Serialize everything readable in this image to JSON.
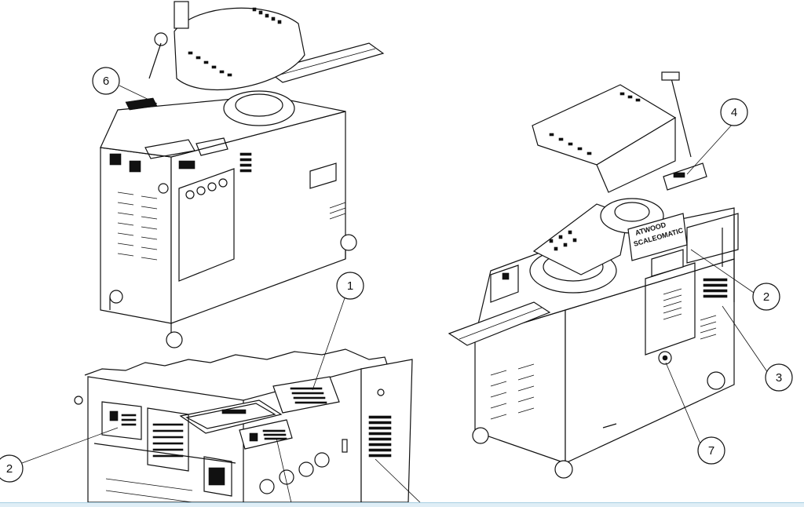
{
  "callouts": [
    {
      "id": "1",
      "label": "1"
    },
    {
      "id": "2a",
      "label": "2"
    },
    {
      "id": "2b",
      "label": "2"
    },
    {
      "id": "3",
      "label": "3"
    },
    {
      "id": "4",
      "label": "4"
    },
    {
      "id": "6",
      "label": "6"
    },
    {
      "id": "7",
      "label": "7"
    }
  ],
  "machine_brand": {
    "line1": "ATWOOD",
    "line2": "SCALEOMATIC"
  }
}
